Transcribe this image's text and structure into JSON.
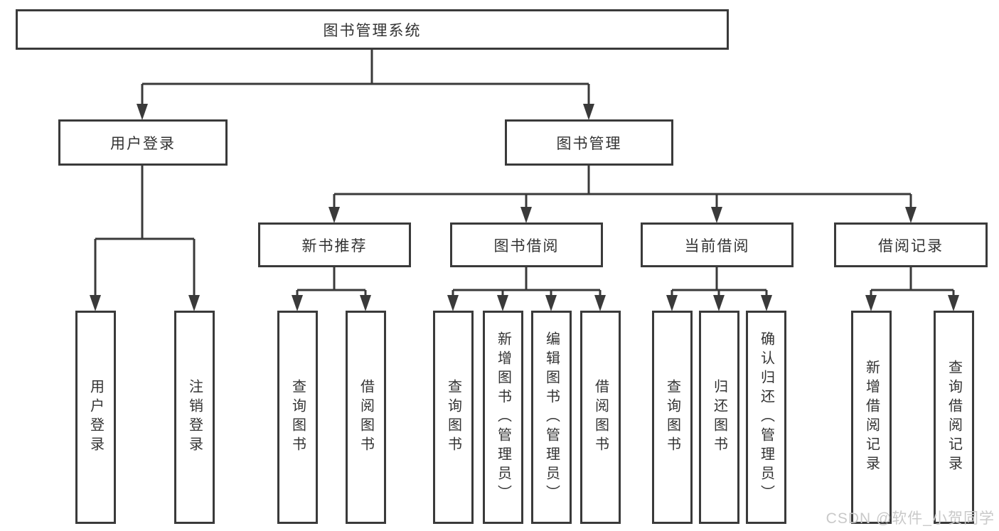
{
  "diagram": {
    "root_label": "图书管理系统",
    "level2": {
      "user_login": "用户登录",
      "book_management": "图书管理"
    },
    "level3": {
      "new_book_recommend": "新书推荐",
      "book_borrow": "图书借阅",
      "current_borrow": "当前借阅",
      "borrow_records": "借阅记录"
    },
    "leaves": {
      "user_login": "用户登录",
      "logout": "注销登录",
      "nbr_query_books": "查询图书",
      "nbr_borrow_books": "借阅图书",
      "bb_query_books": "查询图书",
      "bb_add_books_admin": "新增图书（管理员）",
      "bb_edit_books_admin": "编辑图书（管理员）",
      "bb_borrow_books": "借阅图书",
      "cb_query_books": "查询图书",
      "cb_return_books": "归还图书",
      "cb_confirm_return_admin": "确认归还（管理员）",
      "br_add_record": "新增借阅记录",
      "br_query_record": "查询借阅记录"
    }
  },
  "watermark": {
    "text": "CSDN @软件_小贺同学"
  },
  "colors": {
    "line": "#3a3a3a",
    "box_border": "#3a3a3a",
    "text": "#333333",
    "watermark": "#c9c9c9",
    "background": "#ffffff"
  }
}
